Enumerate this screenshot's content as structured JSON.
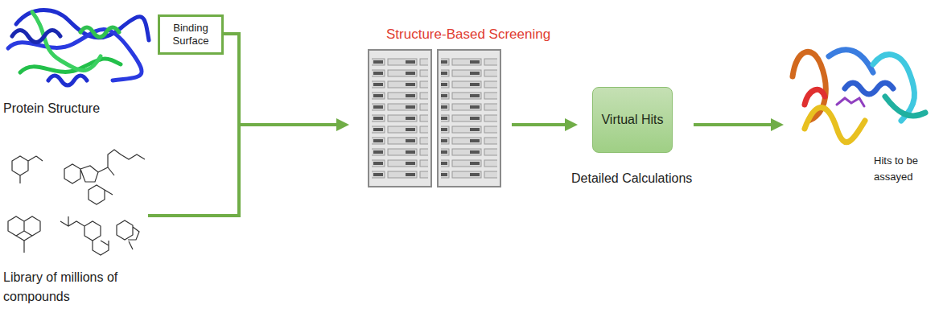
{
  "diagram": {
    "nodes": [
      {
        "text": [
          "Binding Surface"
        ]
      },
      {
        "text": [
          "Virtual Hits"
        ]
      }
    ],
    "labels": [
      "Structure-Based Screening",
      "Protein Structure",
      "Library of millions of compounds",
      "Detailed Calculations",
      "Hits to be assayed"
    ]
  }
}
